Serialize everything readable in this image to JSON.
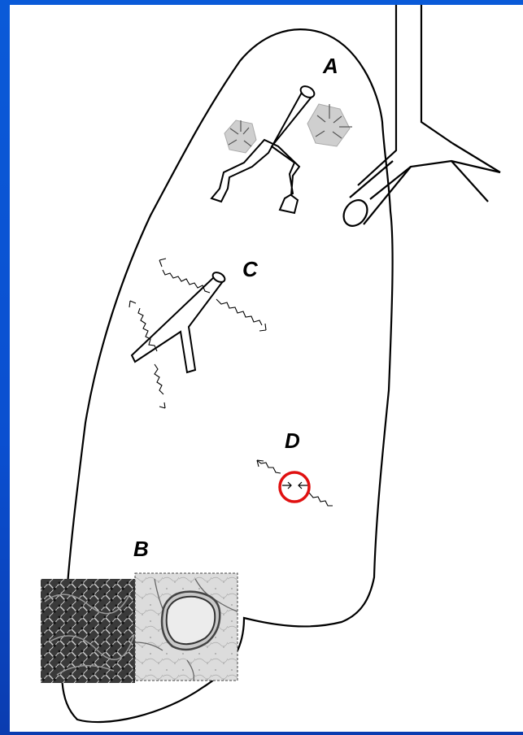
{
  "labels": {
    "a": "A",
    "b": "B",
    "c": "C",
    "d": "D"
  },
  "colors": {
    "background_blue": "#0a4fd0",
    "panel": "#ffffff",
    "outline": "#000000",
    "highlight_ring": "#e01010"
  }
}
